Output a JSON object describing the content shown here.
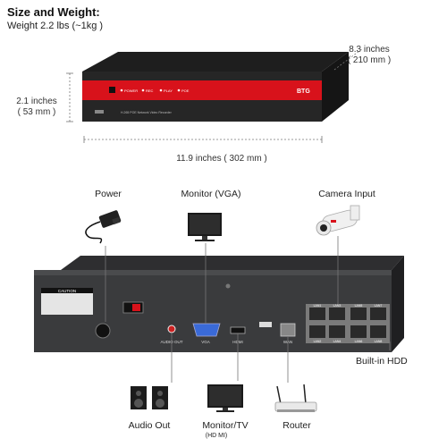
{
  "header": {
    "title": "Size and Weight:",
    "weight": "Weight 2.2 lbs (~1kg )"
  },
  "dimensions": {
    "depth_in": "8.3 inches",
    "depth_mm": "( 210 mm )",
    "height_in": "2.1 inches",
    "height_mm": "( 53 mm )",
    "width": "11.9 inches ( 302 mm )"
  },
  "front_panel": {
    "indicators": [
      "POWER",
      "REC",
      "PLAY",
      "POE"
    ],
    "brand": "BTG",
    "model_text": "H.265 POE Network Video Recorder"
  },
  "rear_panel": {
    "caution": "CAUTION",
    "audio_out": "AUDIO OUT",
    "vga": "VGA",
    "hdmi": "HDMI",
    "wan": "WAN",
    "lan_ports": [
      "LAN1",
      "LAN3",
      "LAN5",
      "LAN7",
      "LAN2",
      "LAN4",
      "LAN6",
      "LAN8"
    ]
  },
  "callouts": {
    "power": "Power",
    "monitor_vga": "Monitor (VGA)",
    "camera_input": "Camera Input",
    "built_in_hdd": "Built-in HDD",
    "audio_out": "Audio Out",
    "monitor_tv": "Monitor/TV",
    "monitor_tv_sub": "(HD MI)",
    "router": "Router"
  },
  "colors": {
    "accent": "#d8121b",
    "chassis": "#2b2b2b",
    "panel": "#3a3b3d"
  }
}
